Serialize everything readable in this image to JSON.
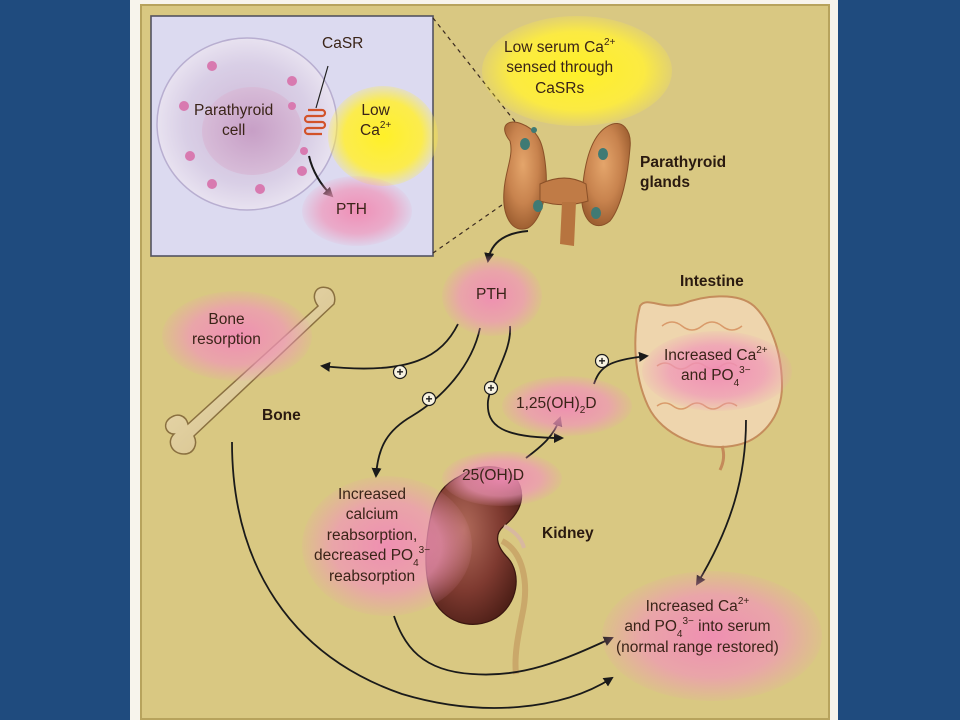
{
  "colors": {
    "background_outer": "#1f4b7e",
    "panel": "#d9c882",
    "pink_glow": "#f08cb4",
    "yellow_glow": "#fff028",
    "arrow": "#1a1a1a"
  },
  "inset": {
    "casr_label": "CaSR",
    "cell_label_line1": "Parathyroid",
    "cell_label_line2": "cell",
    "low_ca_line1": "Low",
    "low_ca_line2": "Ca",
    "low_ca_sup": "2+",
    "pth_label": "PTH"
  },
  "top": {
    "sensed_line1": "Low serum Ca",
    "sensed_line1_sup": "2+",
    "sensed_line2": "sensed through",
    "sensed_line3": "CaSRs",
    "glands_line1": "Parathyroid",
    "glands_line2": "glands"
  },
  "center": {
    "pth_label": "PTH",
    "plus_sign": "+"
  },
  "bone": {
    "resorption_line1": "Bone",
    "resorption_line2": "resorption",
    "bone_label": "Bone"
  },
  "intestine": {
    "title": "Intestine",
    "effect_line1": "Increased Ca",
    "effect_line1_sup": "2+",
    "effect_line2": "and PO",
    "effect_line2_sub": "4",
    "effect_line2_sup": "3−"
  },
  "vitamin_d": {
    "active_prefix": "1,25(OH)",
    "active_sub": "2",
    "active_suffix": "D",
    "precursor": "25(OH)D"
  },
  "kidney": {
    "label": "Kidney",
    "effect_line1": "Increased",
    "effect_line2": "calcium",
    "effect_line3": "reabsorption,",
    "effect_line4": "decreased PO",
    "effect_line4_sub": "4",
    "effect_line4_sup": "3−",
    "effect_line5": "reabsorption"
  },
  "serum": {
    "line1": "Increased Ca",
    "line1_sup": "2+",
    "line2": "and PO",
    "line2_sub": "4",
    "line2_sup": "3−",
    "line2_suffix": " into serum",
    "line3": "(normal range restored)"
  }
}
